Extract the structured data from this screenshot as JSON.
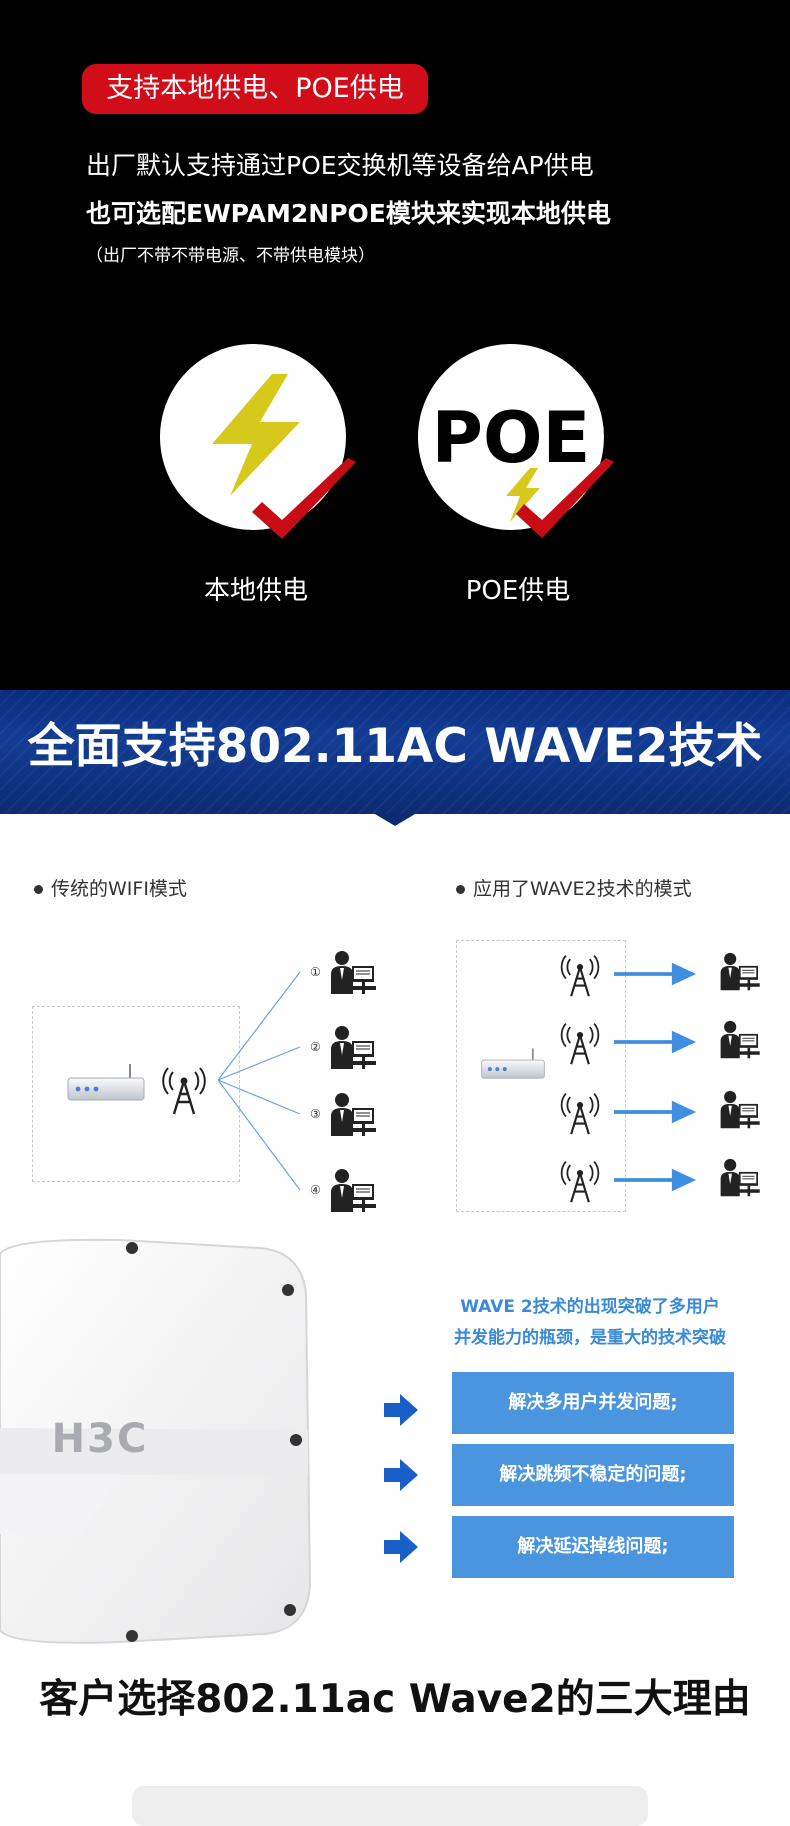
{
  "power": {
    "pill": "支持本地供电、POE供电",
    "line1": "出厂默认支持通过POE交换机等设备给AP供电",
    "line2": "也可选配EWPAM2NPOE模块来实现本地供电",
    "note": "（出厂不带不带电源、不带供电模块）",
    "options": [
      {
        "label": "本地供电",
        "icon": "lightning-check-icon"
      },
      {
        "label": "POE供电",
        "icon": "poe-check-icon",
        "logo_text": "POE"
      }
    ]
  },
  "banner": {
    "title": "全面支持802.11AC WAVE2技术"
  },
  "modes": {
    "traditional": {
      "label": "传统的WIFI模式",
      "client_numbers": [
        "①",
        "②",
        "③",
        "④"
      ]
    },
    "wave2": {
      "label": "应用了WAVE2技术的模式"
    }
  },
  "device": {
    "brand": "H3C"
  },
  "wave2_benefits": {
    "headline_1": "WAVE 2技术的出现突破了多用户",
    "headline_2": "并发能力的瓶颈，是重大的技术突破",
    "items": [
      "解决多用户并发问题;",
      "解决跳频不稳定的问题;",
      "解决延迟掉线问题;"
    ]
  },
  "reasons": {
    "title": "客户选择802.11ac Wave2的三大理由"
  },
  "colors": {
    "red": "#d10d1a",
    "blue_banner": "#0f358a",
    "accent_blue": "#4b95df",
    "bolt_yellow": "#d7c91c"
  }
}
